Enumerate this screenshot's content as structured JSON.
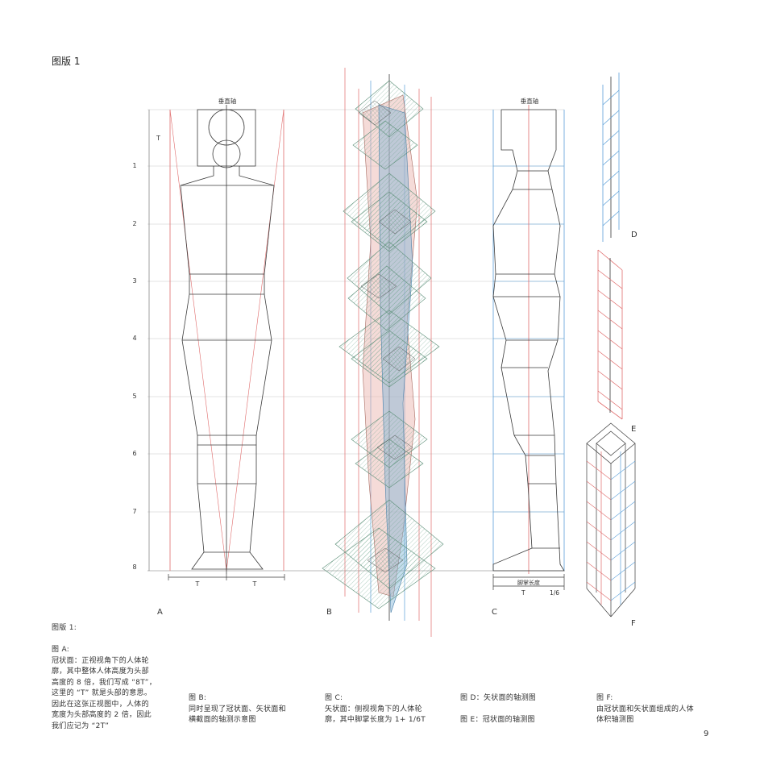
{
  "plate_title": "图版 1",
  "axis_label_a": "垂直轴",
  "axis_label_c": "垂直轴",
  "head_unit": "T",
  "scale_numbers": [
    "1",
    "2",
    "3",
    "4",
    "5",
    "6",
    "7",
    "8"
  ],
  "width_labels": [
    "T",
    "T"
  ],
  "foot_length_label": "脚掌长度",
  "foot_T": "T",
  "foot_fraction": "1/6",
  "figure_labels": {
    "a": "A",
    "b": "B",
    "c": "C",
    "d": "D",
    "e": "E",
    "f": "F"
  },
  "captions": {
    "heading": "图版 1:",
    "a": {
      "title": "图 A:",
      "lines": [
        "冠状面：正视视角下的人体轮",
        "廓，其中整体人体高度为头部",
        "高度的 8 倍，我们写成 “8T”，",
        "这里的 “T” 就是头部的意思。",
        "因此在这张正视图中，人体的",
        "宽度为头部高度的 2 倍，因此",
        "我们应记为 “2T”"
      ]
    },
    "b": {
      "title": "图 B:",
      "lines": [
        "同时呈现了冠状面、矢状面和",
        "横截面的轴测示意图"
      ]
    },
    "c": {
      "title": "图 C:",
      "lines": [
        "矢状面：侧视视角下的人体轮",
        "廓，其中脚掌长度为 1+ 1/6T"
      ]
    },
    "d": "图 D：矢状面的轴测图",
    "e": "图 E：冠状面的轴测图",
    "f": {
      "title": "图 F:",
      "lines": [
        "由冠状面和矢状面组成的人体",
        "体积轴测图"
      ]
    }
  },
  "page_number": "9",
  "colors": {
    "pencil": "#3a3a3a",
    "red": "#e06b6b",
    "blue": "#5b9fd8",
    "guide": "#c8c8c8"
  }
}
